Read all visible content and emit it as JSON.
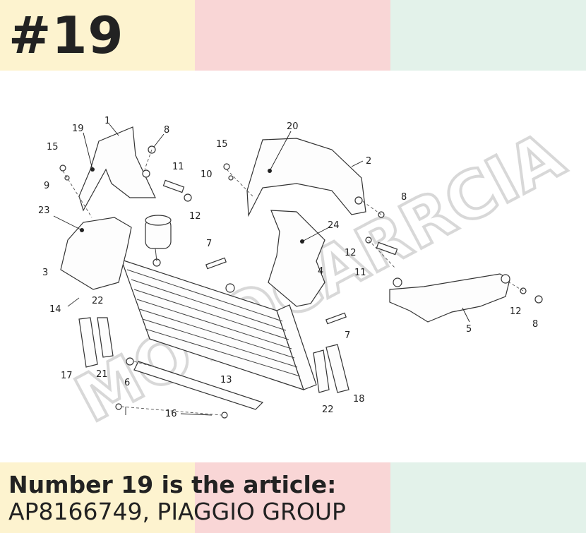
{
  "header": {
    "number_tag": "#19"
  },
  "caption": {
    "title": "Number 19 is the article:",
    "subtitle": "AP8166749, PIAGGIO GROUP"
  },
  "watermark": {
    "text": "MOTOCARRCIA"
  },
  "colors": {
    "yellow": "#fdf3cf",
    "pink": "#f9d6d6",
    "mint": "#e3f2ea"
  },
  "callouts": [
    "1",
    "19",
    "8",
    "15",
    "9",
    "11",
    "12",
    "23",
    "3",
    "14",
    "22",
    "17",
    "21",
    "6",
    "16",
    "13",
    "7",
    "20",
    "2",
    "15",
    "10",
    "8",
    "24",
    "12",
    "11",
    "4",
    "5",
    "12",
    "8",
    "7",
    "22",
    "18"
  ]
}
